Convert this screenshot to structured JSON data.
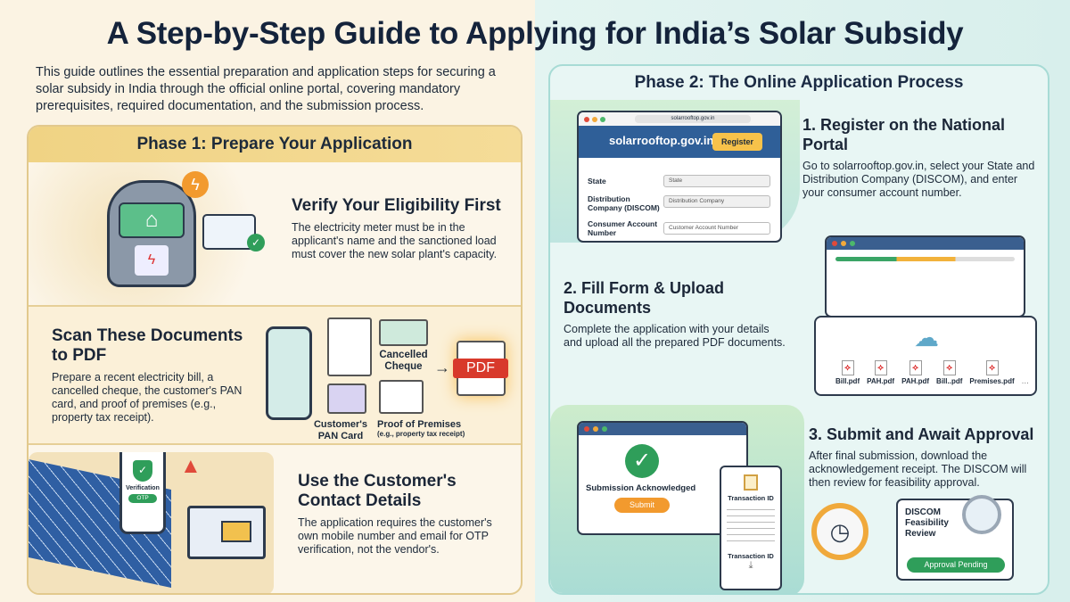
{
  "title": "A Step-by-Step Guide to Applying for India’s Solar Subsidy",
  "intro": "This guide outlines the essential preparation and application steps for securing a solar subsidy in India through the official online portal, covering mandatory prerequisites, required documentation, and the submission process.",
  "phase1": {
    "header": "Phase 1: Prepare Your Application",
    "steps": [
      {
        "title": "Verify Your Eligibility First",
        "body": "The electricity meter must be in the applicant's name and the sanctioned load must cover the new solar plant's capacity."
      },
      {
        "title": "Scan These Documents to PDF",
        "body": "Prepare a recent electricity bill, a cancelled cheque, the customer's PAN card, and proof of premises (e.g., property tax receipt).",
        "docs": {
          "cheque": "Cancelled Cheque",
          "pan": "Customer's PAN Card",
          "premises": "Proof of Premises",
          "premises_note": "(e.g., property tax receipt)",
          "pdf": "PDF"
        }
      },
      {
        "title": "Use the Customer's Contact Details",
        "body": "The application requires the customer's own mobile number and email for OTP verification, not the vendor's.",
        "phone": {
          "label": "Verification",
          "otp": "OTP"
        }
      }
    ]
  },
  "phase2": {
    "header": "Phase 2: The Online Application Process",
    "steps": [
      {
        "title": "1. Register on the National Portal",
        "body": "Go to solarrooftop.gov.in, select your State and Distribution Company (DISCOM), and enter your consumer account number.",
        "portal": {
          "url": "solarrooftop.gov.in",
          "site": "solarrooftop.gov.in",
          "register": "Register",
          "fields": [
            {
              "label": "State",
              "placeholder": "State"
            },
            {
              "label": "Distribution Company (DISCOM)",
              "placeholder": "Distribution Company"
            },
            {
              "label": "Consumer Account Number",
              "placeholder": "Customer Account Number"
            }
          ]
        }
      },
      {
        "title": "2. Fill Form & Upload Documents",
        "body": "Complete the application with your details and upload all the prepared PDF documents.",
        "files": [
          "Bill.pdf",
          "PAH.pdf",
          "PAH.pdf",
          "Bill..pdf",
          "Premises.pdf"
        ],
        "more": "..."
      },
      {
        "title": "3. Submit and Await Approval",
        "body": "After final submission, download the acknowledgement receipt. The DISCOM will then review for feasibility approval.",
        "ack": "Submission Acknowledged",
        "submit": "Submit",
        "receipt_title": "Transaction ID",
        "receipt_footer": "Transaction ID",
        "review": "DISCOM Feasibility Review",
        "status": "Approval Pending"
      }
    ]
  },
  "colors": {
    "navy": "#14233b",
    "gold": "#f0d384",
    "teal": "#a7dbd5",
    "green": "#2f9e5a",
    "orange": "#f29a2e",
    "red": "#e04a3a"
  }
}
